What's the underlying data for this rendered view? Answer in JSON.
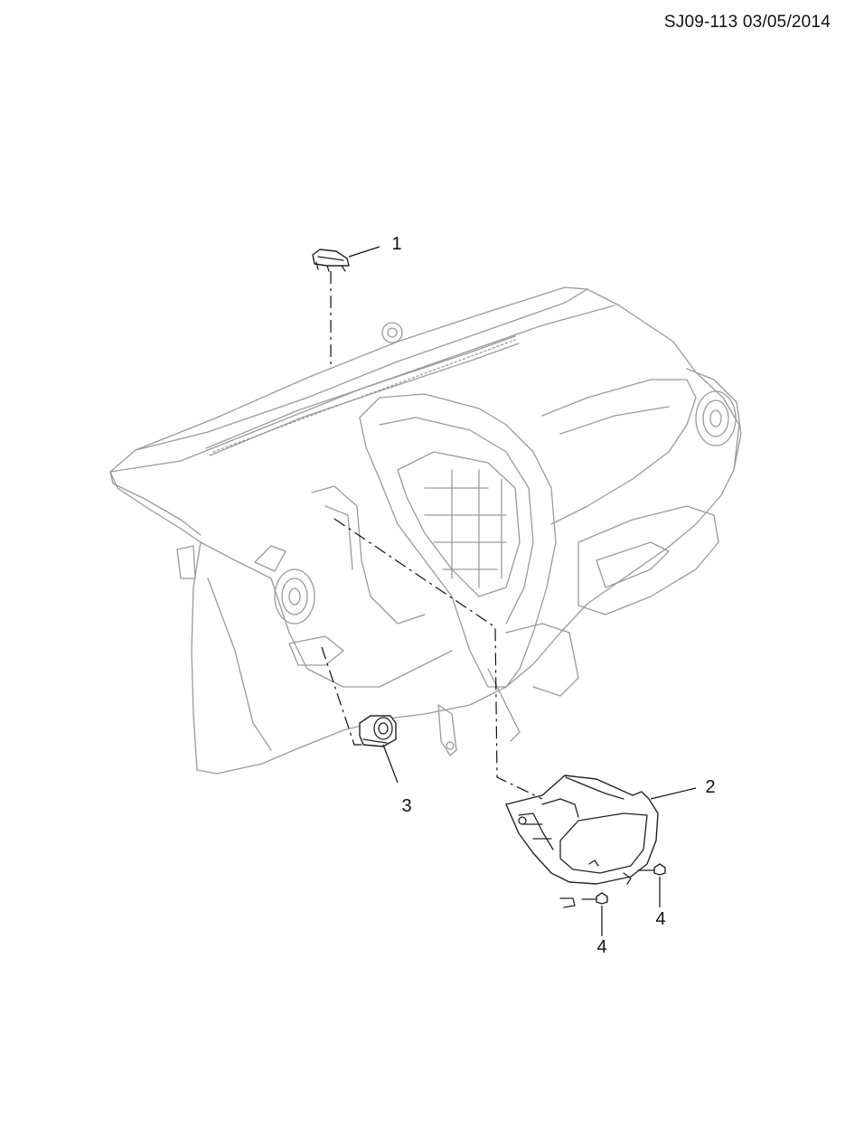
{
  "header": {
    "doc_id": "SJ09-113 03/05/2014"
  },
  "callouts": [
    {
      "id": "c1",
      "label": "1"
    },
    {
      "id": "c2",
      "label": "2"
    },
    {
      "id": "c3",
      "label": "3"
    },
    {
      "id": "c4a",
      "label": "4"
    },
    {
      "id": "c4b",
      "label": "4"
    }
  ]
}
